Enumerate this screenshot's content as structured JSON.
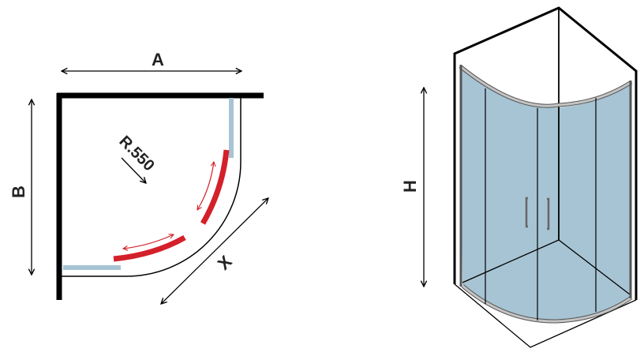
{
  "plan_view": {
    "dim_a": "A",
    "dim_b": "B",
    "dim_x": "X",
    "radius_label": "R.550"
  },
  "iso_view": {
    "dim_h": "H"
  },
  "colors": {
    "wall": "#000000",
    "glass": "#a7c4d4",
    "fixed_panel": "#a7c4d4",
    "sliding_door": "#d4202a",
    "frame": "#b8b8b8"
  }
}
